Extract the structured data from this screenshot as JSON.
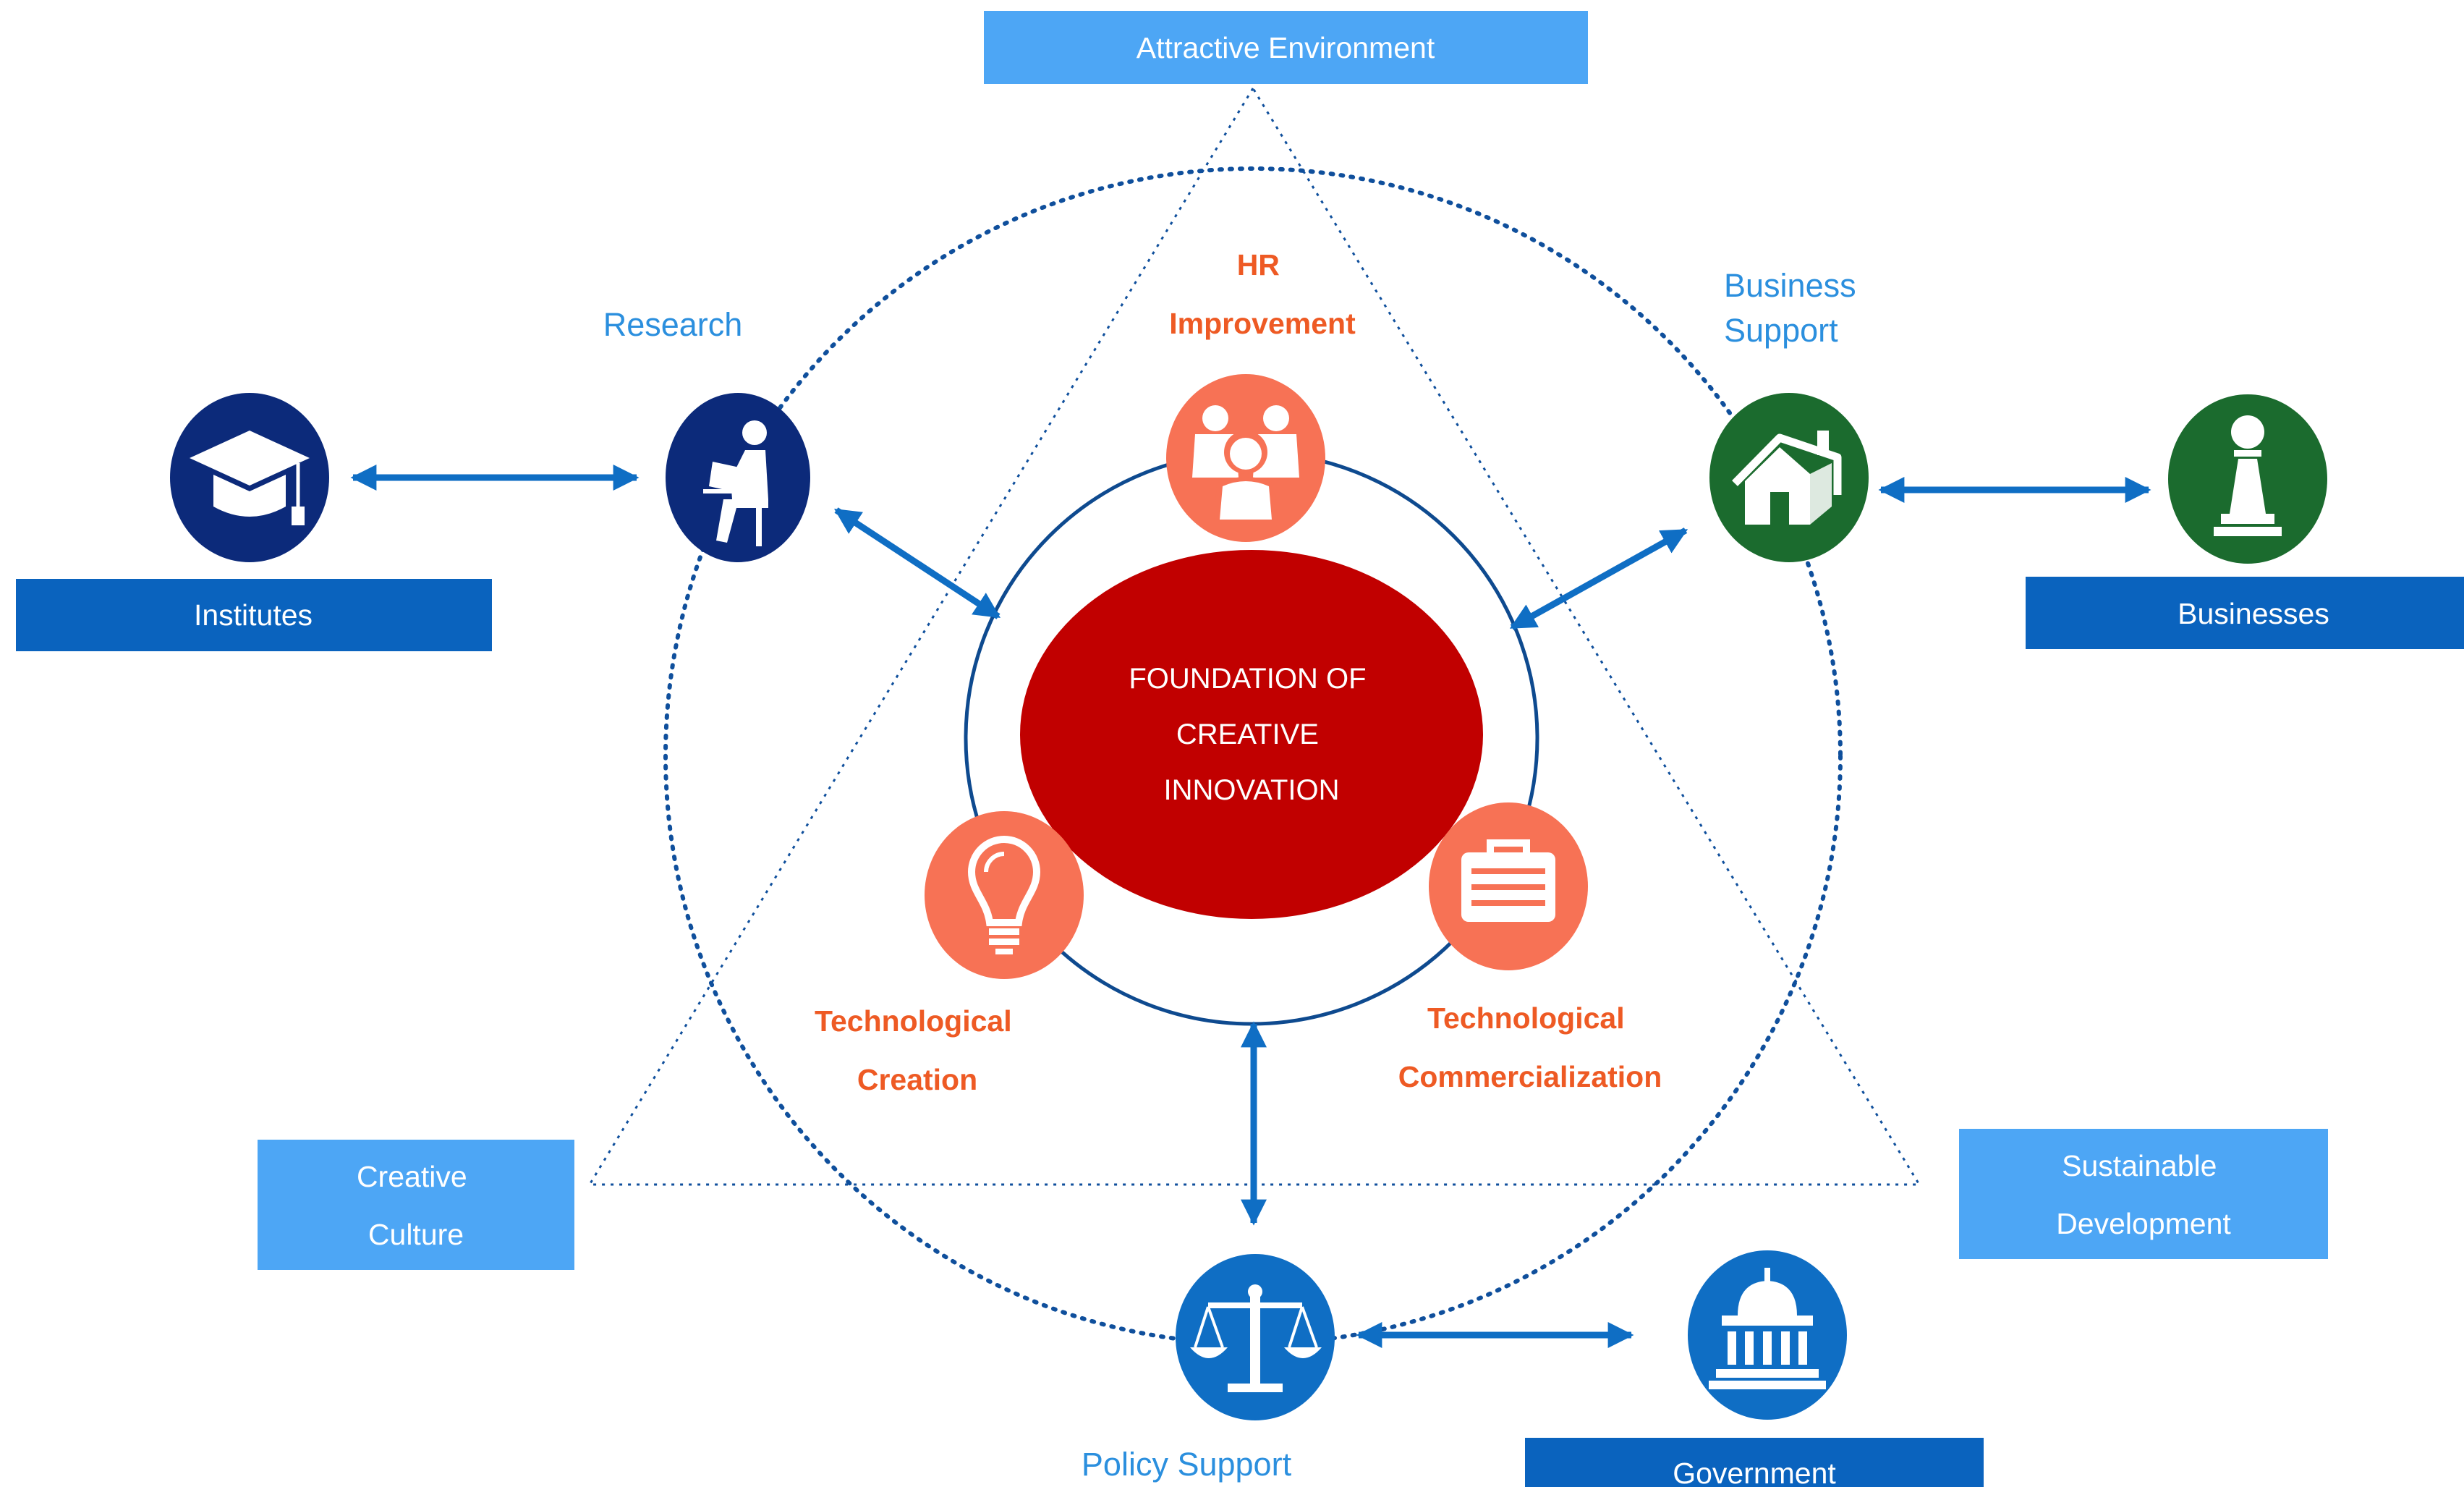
{
  "boxes": {
    "attractive_environment": "Attractive Environment",
    "institutes": "Institutes",
    "businesses": "Businesses",
    "creative_culture": [
      "Creative",
      "Culture"
    ],
    "sustainable_development": [
      "Sustainable",
      "Development"
    ],
    "government": "Government"
  },
  "nodes": {
    "research": "Research",
    "business_support": [
      "Business",
      "Support"
    ],
    "policy_support": "Policy Support"
  },
  "inner": {
    "hr_improvement": [
      "HR",
      "Improvement"
    ],
    "technological_creation": [
      "Technological",
      "Creation"
    ],
    "technological_commercialization": [
      "Technological",
      "Commercialization"
    ]
  },
  "center": [
    "FOUNDATION OF",
    "CREATIVE",
    "INNOVATION"
  ],
  "icons": {
    "institutes": "graduation-cap-icon",
    "research": "person-at-laptop-icon",
    "business_support": "house-icon",
    "businesses": "chess-pawn-icon",
    "policy_support": "scales-icon",
    "government": "capitol-building-icon",
    "hr_improvement": "team-people-icon",
    "technological_creation": "lightbulb-icon",
    "technological_commercialization": "briefcase-icon"
  },
  "colors": {
    "navy": "#0c2a7a",
    "blue": "#0f6ec4",
    "light_blue": "#4da6f5",
    "box_blue": "#0a63be",
    "green": "#1b6b2e",
    "salmon": "#f77255",
    "red": "#c10000",
    "orange_text": "#ee5a24",
    "blue_text": "#2b8fde"
  }
}
